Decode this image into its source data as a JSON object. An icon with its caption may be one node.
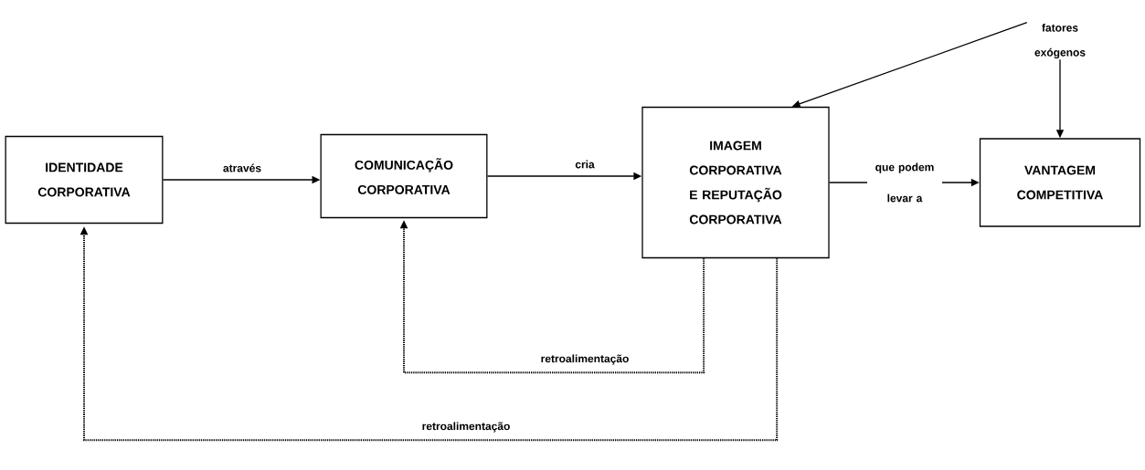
{
  "diagram": {
    "nodes": [
      {
        "text": [
          "IDENTIDADE CORPORATIVA"
        ]
      },
      {
        "text": [
          "COMUNICAÇÃO CORPORATIVA"
        ]
      },
      {
        "text": [
          "IMAGEM CORPORATIVA E REPUTAÇÃO CORPORATIVA"
        ]
      },
      {
        "text": [
          "VANTAGEM COMPETITIVA"
        ]
      },
      {
        "text": [
          "fatores exógenos"
        ]
      }
    ],
    "edges": [
      {
        "from": 0,
        "to": 1,
        "arrow": "to",
        "label": "através"
      },
      {
        "from": 1,
        "to": 2,
        "arrow": "to",
        "label": "cria"
      },
      {
        "from": 2,
        "to": 3,
        "arrow": "to",
        "label": "que podem levar a"
      },
      {
        "from": 4,
        "to": 2,
        "arrow": "to"
      },
      {
        "from": 4,
        "to": 3,
        "arrow": "to"
      },
      {
        "from": 2,
        "to": 1,
        "arrow": "to",
        "style": "dashed",
        "label": "retroalimentação"
      },
      {
        "from": 2,
        "to": 0,
        "arrow": "to",
        "style": "dashed",
        "label": "retroalimentação"
      }
    ]
  }
}
